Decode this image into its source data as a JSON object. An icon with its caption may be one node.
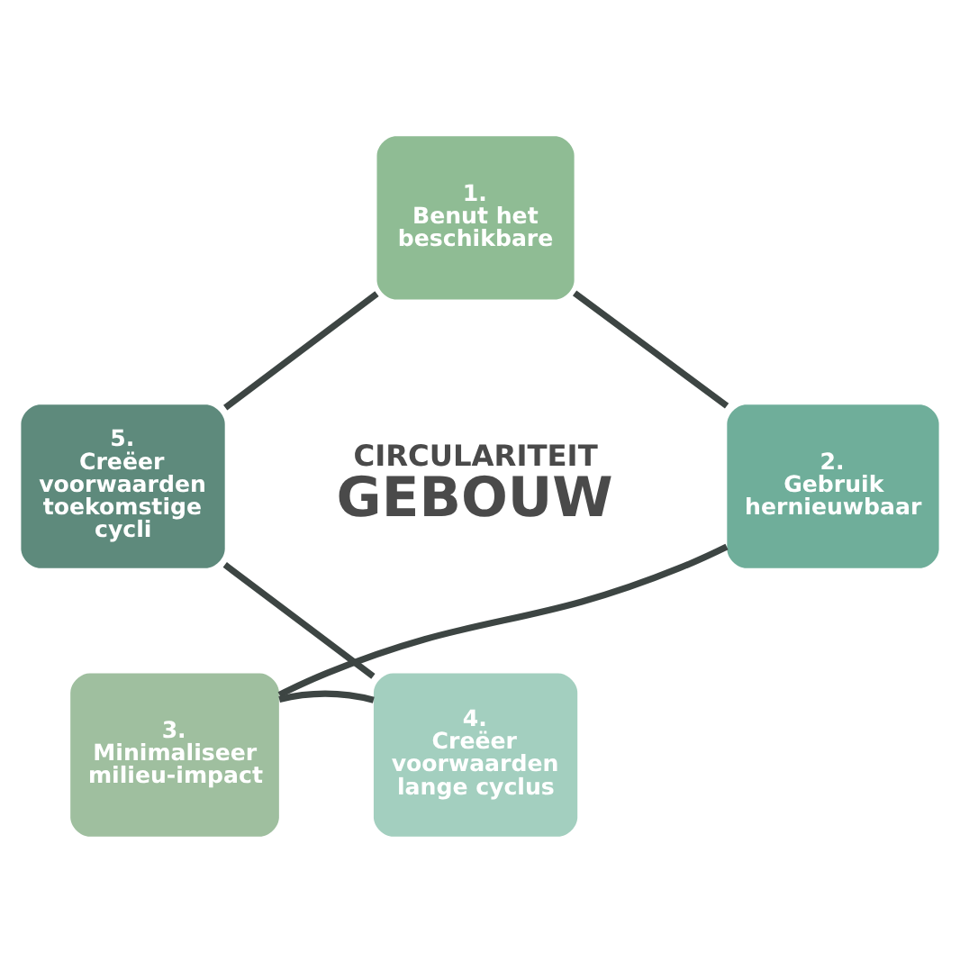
{
  "diagram": {
    "nodes": [
      {
        "text": [
          "1.",
          "Benut het beschikbare"
        ]
      },
      {
        "text": [
          "2.",
          "Gebruik hernieuwbaar"
        ]
      },
      {
        "text": [
          "3.",
          "Minimaliseer milieu-impact"
        ]
      },
      {
        "text": [
          "4.",
          "Creëer voorwaarden lange cyclus"
        ]
      },
      {
        "text": [
          "5.",
          "Creëer voorwaarden toekomstige cycli"
        ]
      }
    ],
    "edges": [
      {
        "from": 0,
        "to": 1,
        "arrow": "none"
      },
      {
        "from": 1,
        "to": 2,
        "arrow": "none"
      },
      {
        "from": 2,
        "to": 3,
        "arrow": "none"
      },
      {
        "from": 3,
        "to": 4,
        "arrow": "none"
      },
      {
        "from": 4,
        "to": 0,
        "arrow": "none"
      }
    ],
    "labels": [
      "CIRCULARITEIT",
      "GEBOUW"
    ]
  }
}
